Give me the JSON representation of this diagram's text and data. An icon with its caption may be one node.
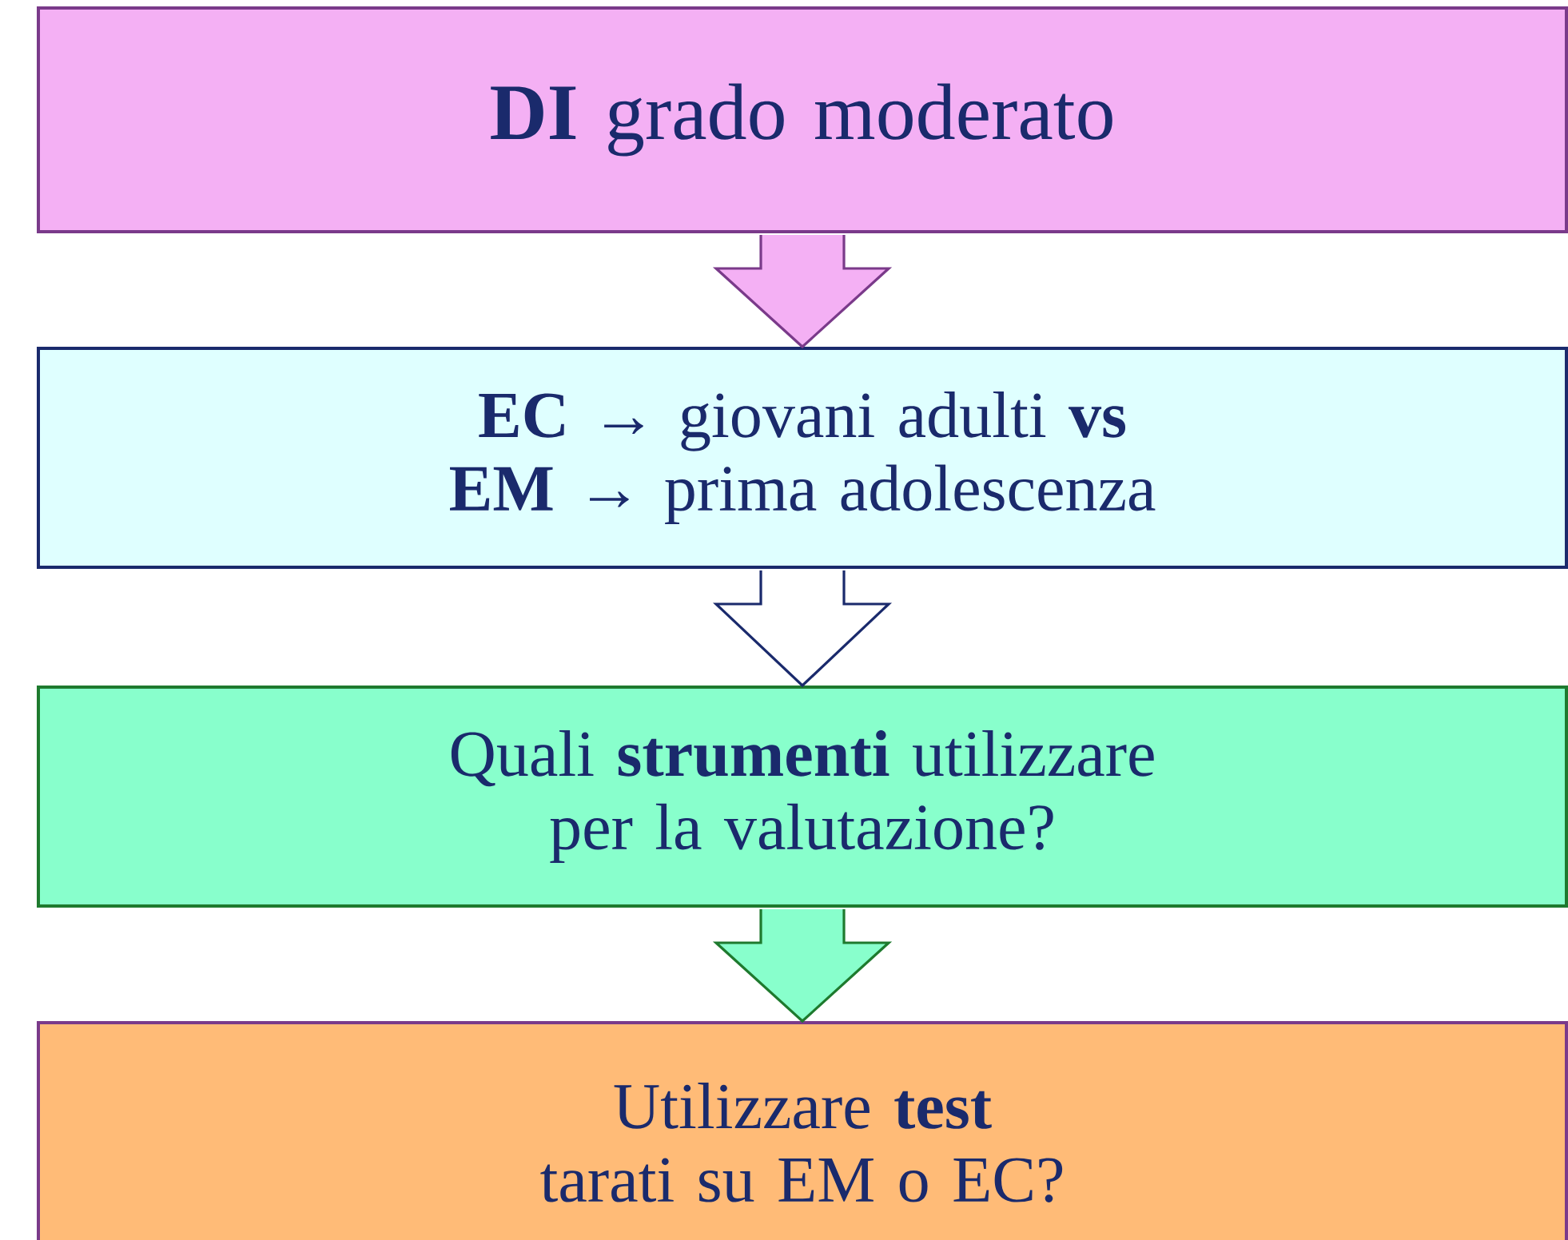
{
  "diagram": {
    "nodes": [
      {
        "text": [
          "**DI** grado moderato"
        ]
      },
      {
        "text": [
          "**EC →** giovani adulti **vs** **EM →** prima adolescenza"
        ]
      },
      {
        "text": [
          "Quali **strumenti** utilizzare per la valutazione?"
        ]
      },
      {
        "text": [
          "Utilizzare **test** tarati su EM o EC?"
        ]
      }
    ],
    "edges": [
      {
        "from": 0,
        "to": 1,
        "arrow": "to",
        "color": "#f4b0f4"
      },
      {
        "from": 1,
        "to": 2,
        "arrow": "to",
        "color": "#ffffff"
      },
      {
        "from": 2,
        "to": 3,
        "arrow": "to",
        "color": "#88ffcc"
      }
    ]
  }
}
